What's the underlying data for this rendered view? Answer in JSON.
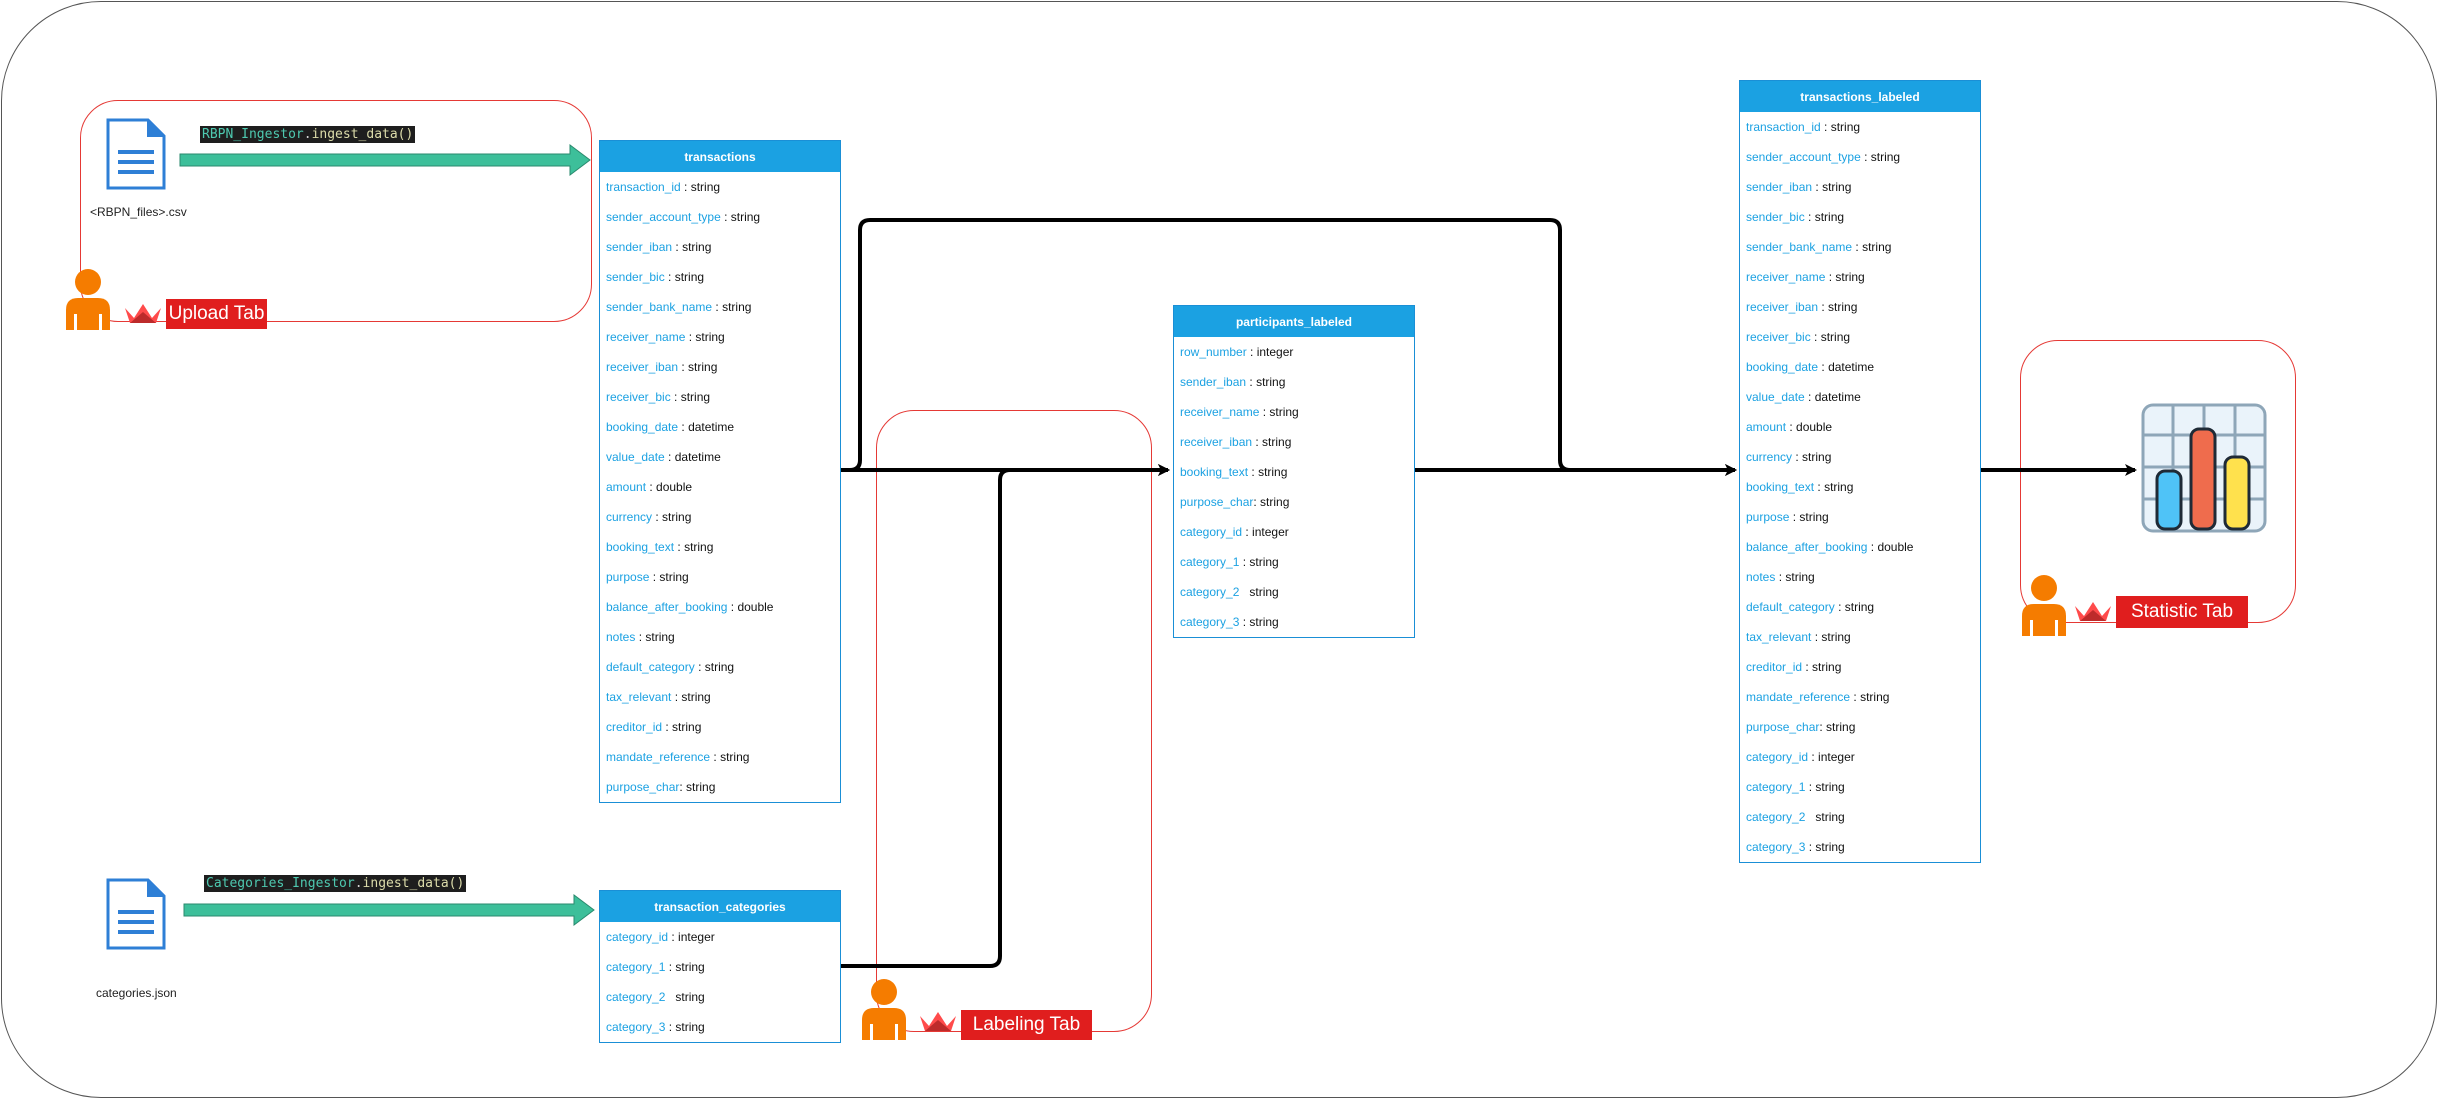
{
  "files": {
    "rbpn": {
      "label": "<RBPN_files>.csv"
    },
    "categories": {
      "label": "categories.json"
    }
  },
  "calls": {
    "rbpn": {
      "cls": "RBPN_Ingestor",
      "dot": ".",
      "fn": "ingest_data()"
    },
    "categories": {
      "cls": "Categories_Ingestor",
      "dot": ".",
      "fn": "ingest_data()"
    }
  },
  "tabs": {
    "upload": "Upload Tab",
    "labeling": "Labeling Tab",
    "statistic": "Statistic Tab"
  },
  "colors": {
    "field_name": "#1ba1e2",
    "entity_header": "#1ba1e2",
    "tab_button": "#e01e1e",
    "person": "#f57c00",
    "arrow_ingest": "#3dbf9a"
  },
  "entities": {
    "transactions": {
      "title": "transactions",
      "fields": [
        {
          "name": "transaction_id",
          "type": " : string"
        },
        {
          "name": "sender_account_type",
          "type": " : string"
        },
        {
          "name": "sender_iban",
          "type": " : string"
        },
        {
          "name": "sender_bic",
          "type": " : string"
        },
        {
          "name": "sender_bank_name",
          "type": " : string"
        },
        {
          "name": "receiver_name",
          "type": " : string"
        },
        {
          "name": "receiver_iban",
          "type": " : string"
        },
        {
          "name": "receiver_bic",
          "type": " : string"
        },
        {
          "name": "booking_date",
          "type": " : datetime"
        },
        {
          "name": "value_date",
          "type": " : datetime"
        },
        {
          "name": "amount",
          "type": " : double"
        },
        {
          "name": "currency",
          "type": " : string"
        },
        {
          "name": "booking_text",
          "type": " : string"
        },
        {
          "name": "purpose",
          "type": " : string"
        },
        {
          "name": "balance_after_booking",
          "type": " : double"
        },
        {
          "name": "notes",
          "type": " : string"
        },
        {
          "name": "default_category",
          "type": " : string"
        },
        {
          "name": "tax_relevant",
          "type": " : string"
        },
        {
          "name": "creditor_id",
          "type": " : string"
        },
        {
          "name": "mandate_reference",
          "type": " : string"
        },
        {
          "name": "purpose_char",
          "type": ": string"
        }
      ]
    },
    "transaction_categories": {
      "title": "transaction_categories",
      "fields": [
        {
          "name": "category_id",
          "type": " : integer"
        },
        {
          "name": "category_1",
          "type": " : string"
        },
        {
          "name": "category_2",
          "type": "   string"
        },
        {
          "name": "category_3",
          "type": " : string"
        }
      ]
    },
    "participants_labeled": {
      "title": "participants_labeled",
      "fields": [
        {
          "name": "row_number",
          "type": " : integer"
        },
        {
          "name": "sender_iban",
          "type": " : string"
        },
        {
          "name": "receiver_name",
          "type": " : string"
        },
        {
          "name": "receiver_iban",
          "type": " : string"
        },
        {
          "name": "booking_text",
          "type": " : string"
        },
        {
          "name": "purpose_char",
          "type": ": string"
        },
        {
          "name": "category_id",
          "type": " : integer"
        },
        {
          "name": "category_1",
          "type": " : string"
        },
        {
          "name": "category_2",
          "type": "   string"
        },
        {
          "name": "category_3",
          "type": " : string"
        }
      ]
    },
    "transactions_labeled": {
      "title": "transactions_labeled",
      "fields": [
        {
          "name": "transaction_id",
          "type": " : string"
        },
        {
          "name": "sender_account_type",
          "type": " : string"
        },
        {
          "name": "sender_iban",
          "type": " : string"
        },
        {
          "name": "sender_bic",
          "type": " : string"
        },
        {
          "name": "sender_bank_name",
          "type": " : string"
        },
        {
          "name": "receiver_name",
          "type": " : string"
        },
        {
          "name": "receiver_iban",
          "type": " : string"
        },
        {
          "name": "receiver_bic",
          "type": " : string"
        },
        {
          "name": "booking_date",
          "type": " : datetime"
        },
        {
          "name": "value_date",
          "type": " : datetime"
        },
        {
          "name": "amount",
          "type": " : double"
        },
        {
          "name": "currency",
          "type": " : string"
        },
        {
          "name": "booking_text",
          "type": " : string"
        },
        {
          "name": "purpose",
          "type": " : string"
        },
        {
          "name": "balance_after_booking",
          "type": " : double"
        },
        {
          "name": "notes",
          "type": " : string"
        },
        {
          "name": "default_category",
          "type": " : string"
        },
        {
          "name": "tax_relevant",
          "type": " : string"
        },
        {
          "name": "creditor_id",
          "type": " : string"
        },
        {
          "name": "mandate_reference",
          "type": " : string"
        },
        {
          "name": "purpose_char",
          "type": ": string"
        },
        {
          "name": "category_id",
          "type": " : integer"
        },
        {
          "name": "category_1",
          "type": " : string"
        },
        {
          "name": "category_2",
          "type": "   string"
        },
        {
          "name": "category_3",
          "type": " : string"
        }
      ]
    }
  }
}
